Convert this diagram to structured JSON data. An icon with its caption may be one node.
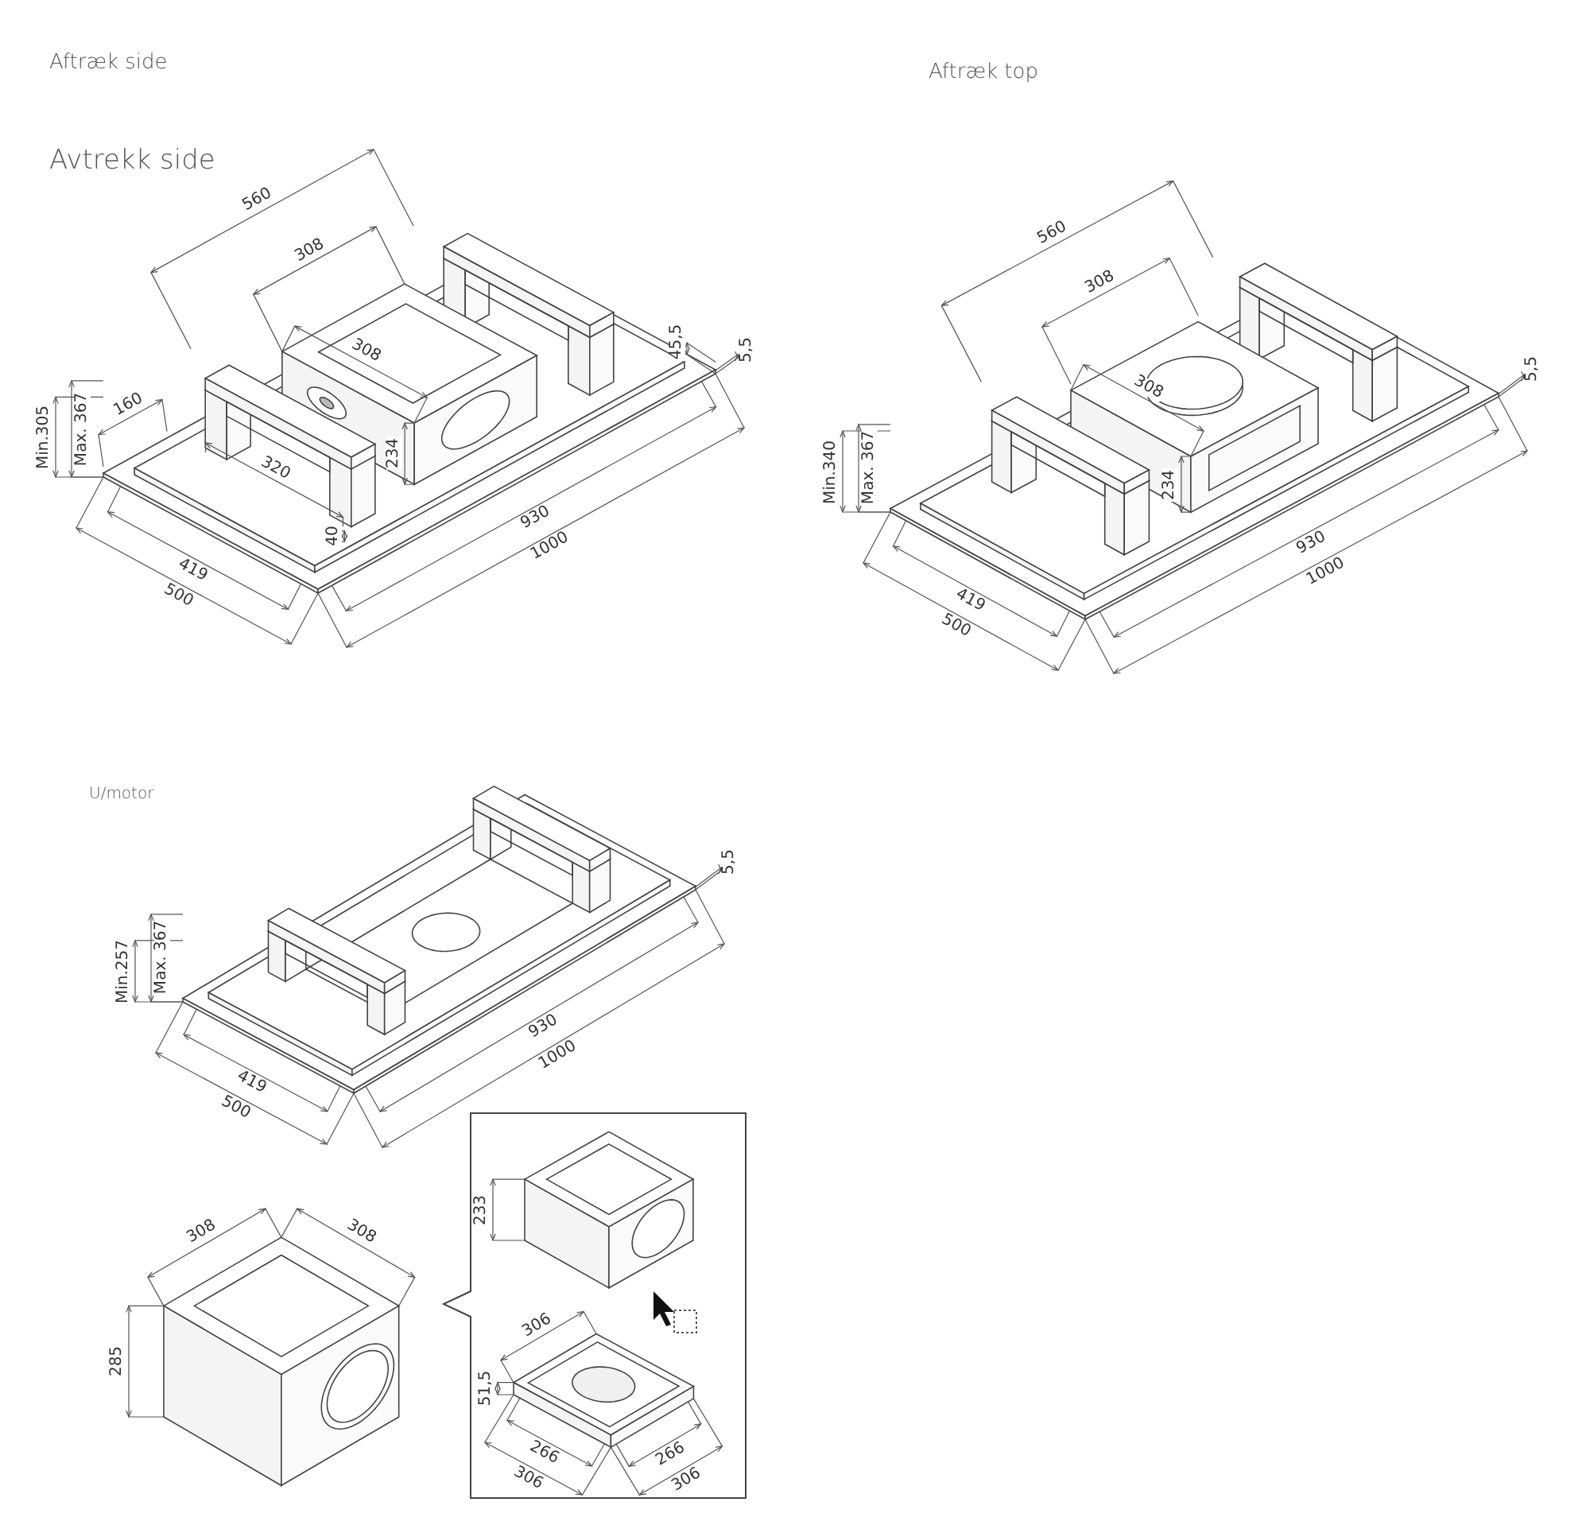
{
  "diagram": {
    "labels": [
      "Aftræk side",
      "Aftræk top",
      "Avtrekk side",
      "560",
      "308",
      "308",
      "45,5",
      "5,5",
      "160",
      "234",
      "Min.305",
      "Max. 367",
      "320",
      "40",
      "930",
      "1000",
      "419",
      "500",
      "560",
      "308",
      "308",
      "5,5",
      "234",
      "Min.340",
      "Max. 367",
      "930",
      "1000",
      "419",
      "500",
      "U/motor",
      "5,5",
      "Min.257",
      "Max. 367",
      "930",
      "1000",
      "419",
      "500",
      "308",
      "308",
      "285",
      "233",
      "306",
      "51,5",
      "266",
      "266",
      "306",
      "306"
    ]
  }
}
